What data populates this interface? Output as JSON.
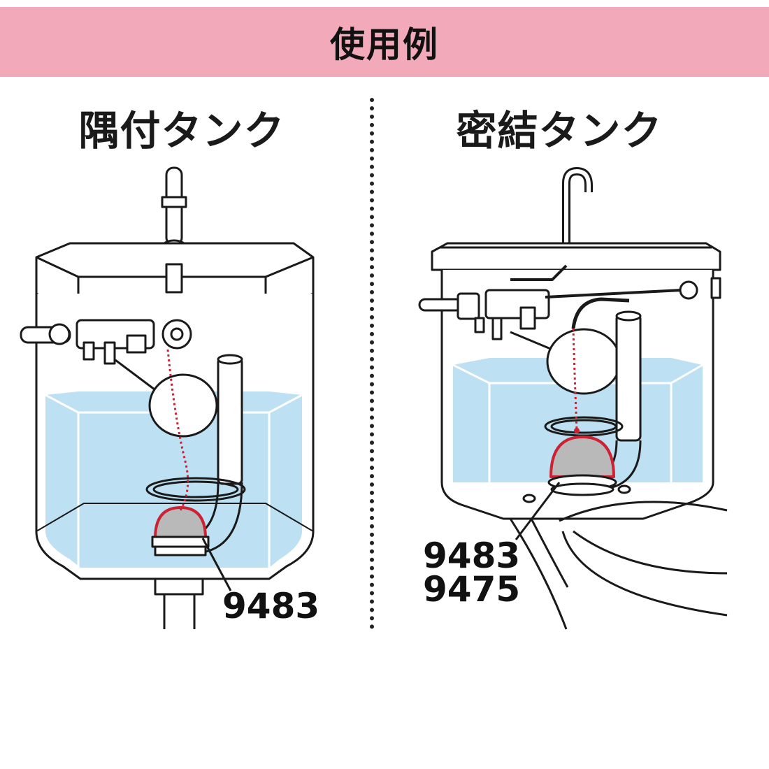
{
  "header": {
    "title": "使用例"
  },
  "panels": [
    {
      "title": "隅付タンク",
      "part_numbers": [
        "9483"
      ]
    },
    {
      "title": "密結タンク",
      "part_numbers": [
        "9483",
        "9475"
      ]
    }
  ],
  "colors": {
    "banner": "#f2a9b9",
    "water": "#bde0f3",
    "outline": "#1a1a1a",
    "flapper_highlight": "#cc2233",
    "flapper_fill": "#b9b9b9"
  }
}
